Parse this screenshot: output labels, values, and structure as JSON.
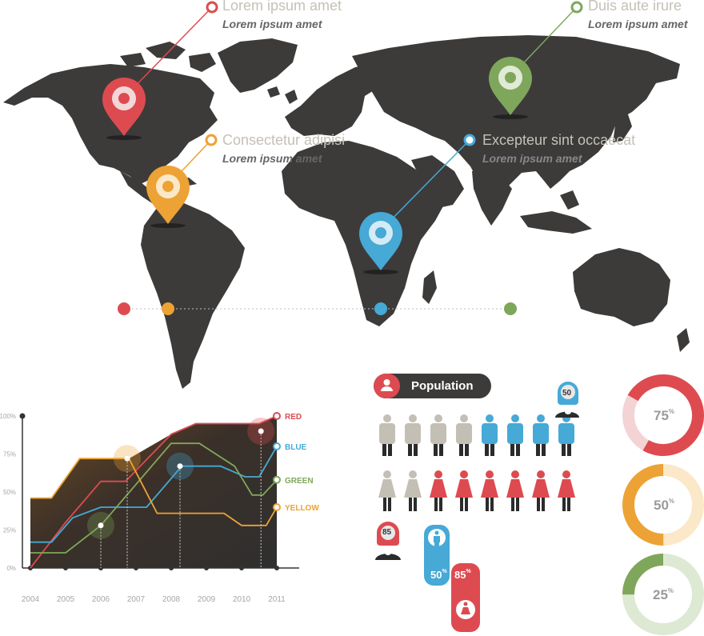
{
  "colors": {
    "red": "#dd4b50",
    "orange": "#eda235",
    "blue": "#46a9d6",
    "green": "#7fa75b",
    "land": "#3c3b3a",
    "tan": "#c3bfb4"
  },
  "pins": [
    {
      "title": "Lorem ipsum amet",
      "subtitle": "Lorem ipsum amet",
      "color": "red",
      "icon": "map-pin-icon"
    },
    {
      "title": "Duis aute irure",
      "subtitle": "Lorem ipsum amet",
      "color": "green",
      "icon": "map-pin-icon"
    },
    {
      "title": "Consectetur adipisi",
      "subtitle": "Lorem ipsum amet",
      "color": "orange",
      "icon": "map-pin-icon"
    },
    {
      "title": "Excepteur sint occaecat",
      "subtitle": "Lorem ipsum amet",
      "color": "blue",
      "icon": "map-pin-icon"
    }
  ],
  "population": {
    "label": "Population",
    "icon": "person-icon",
    "male_badge": "50",
    "female_badge": "85",
    "male_tag": "50",
    "female_tag": "85",
    "pct_sign": "%"
  },
  "donuts": [
    {
      "value": 75,
      "label": "75",
      "color": "red"
    },
    {
      "value": 50,
      "label": "50",
      "color": "orange"
    },
    {
      "value": 25,
      "label": "25",
      "color": "green"
    }
  ],
  "chart_data": {
    "type": "line",
    "title": "",
    "xlabel": "",
    "ylabel": "",
    "categories": [
      "2004",
      "2005",
      "2006",
      "2007",
      "2008",
      "2009",
      "2010",
      "2011"
    ],
    "y_ticks": [
      "0%",
      "25%",
      "50%",
      "75%",
      "100%"
    ],
    "ylim": [
      0,
      100
    ],
    "series": [
      {
        "name": "RED",
        "color": "#dd4b50",
        "points": [
          [
            2004.0,
            0
          ],
          [
            2005.0,
            30
          ],
          [
            2006.0,
            57
          ],
          [
            2006.7,
            57
          ],
          [
            2008.0,
            88
          ],
          [
            2008.7,
            95
          ],
          [
            2010.5,
            95
          ],
          [
            2011.0,
            100
          ]
        ]
      },
      {
        "name": "BLUE",
        "color": "#46a9d6",
        "points": [
          [
            2004.0,
            17
          ],
          [
            2004.6,
            17
          ],
          [
            2005.2,
            33
          ],
          [
            2006.0,
            40
          ],
          [
            2007.3,
            40
          ],
          [
            2008.3,
            67
          ],
          [
            2009.4,
            67
          ],
          [
            2010.1,
            60
          ],
          [
            2010.5,
            60
          ],
          [
            2011.0,
            80
          ]
        ]
      },
      {
        "name": "GREEN",
        "color": "#7fa75b",
        "points": [
          [
            2004.0,
            10
          ],
          [
            2005.0,
            10
          ],
          [
            2006.0,
            28
          ],
          [
            2007.0,
            55
          ],
          [
            2008.0,
            82
          ],
          [
            2008.8,
            82
          ],
          [
            2009.8,
            67
          ],
          [
            2010.3,
            48
          ],
          [
            2010.6,
            48
          ],
          [
            2011.0,
            58
          ]
        ]
      },
      {
        "name": "YELLOW",
        "color": "#eda235",
        "points": [
          [
            2004.0,
            46
          ],
          [
            2004.6,
            46
          ],
          [
            2005.4,
            72
          ],
          [
            2006.5,
            72
          ],
          [
            2006.8,
            72
          ],
          [
            2007.6,
            36
          ],
          [
            2009.5,
            36
          ],
          [
            2010.0,
            28
          ],
          [
            2010.7,
            28
          ],
          [
            2011.0,
            40
          ]
        ]
      }
    ],
    "highlights": [
      {
        "x": 2006.0,
        "y": 28,
        "color": "#7fa75b"
      },
      {
        "x": 2006.75,
        "y": 72,
        "color": "#eda235"
      },
      {
        "x": 2008.25,
        "y": 67,
        "color": "#46a9d6"
      },
      {
        "x": 2010.55,
        "y": 90,
        "color": "#dd4b50"
      }
    ],
    "grid": false,
    "legend": "right"
  }
}
